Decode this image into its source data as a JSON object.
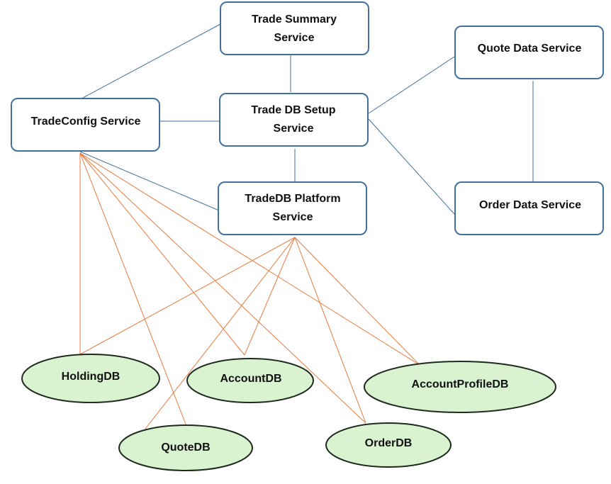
{
  "services": {
    "trade_summary": {
      "lines": [
        "Trade Summary",
        "Service"
      ]
    },
    "quote_data": {
      "lines": [
        "Quote Data Service"
      ]
    },
    "tradeconfig": {
      "lines": [
        "TradeConfig Service"
      ]
    },
    "trade_db_setup": {
      "lines": [
        "Trade DB Setup",
        "Service"
      ]
    },
    "order_data": {
      "lines": [
        "Order Data Service"
      ]
    },
    "tradedb_platform": {
      "lines": [
        "TradeDB Platform",
        "Service"
      ]
    }
  },
  "databases": {
    "holdingdb": "HoldingDB",
    "accountdb": "AccountDB",
    "accountprofiledb": "AccountProfileDB",
    "quotedb": "QuoteDB",
    "orderdb": "OrderDB"
  },
  "colors": {
    "service_border": "#41719c",
    "database_fill": "#d9f2d0",
    "service_link": "#41719c",
    "database_link": "#e87a3c"
  }
}
